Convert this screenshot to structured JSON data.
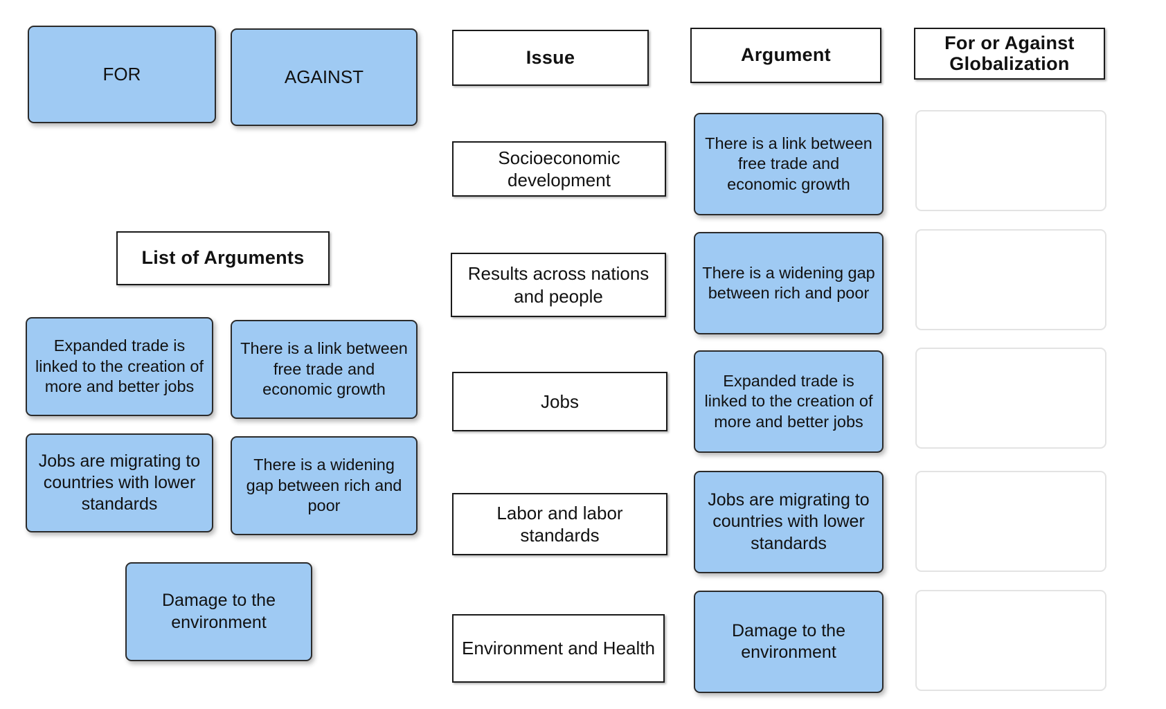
{
  "choices": {
    "for_label": "FOR",
    "against_label": "AGAINST"
  },
  "list_header": "List of Arguments",
  "argument_bank": [
    "Expanded trade is linked to the creation of more and better jobs",
    "There is a link between free trade and economic growth",
    "Jobs are migrating to countries with lower standards",
    "There is a widening gap between rich and poor",
    "Damage to the environment"
  ],
  "table": {
    "headers": {
      "issue": "Issue",
      "argument": "Argument",
      "for_against": "For or Against Globalization"
    },
    "rows": [
      {
        "issue": "Socioeconomic development",
        "argument": "There is a link between free trade and economic growth"
      },
      {
        "issue": "Results across nations and people",
        "argument": "There is a widening gap between rich and poor"
      },
      {
        "issue": "Jobs",
        "argument": "Expanded trade is linked to the creation of more and better jobs"
      },
      {
        "issue": "Labor and labor standards",
        "argument": "Jobs are migrating to countries with lower standards"
      },
      {
        "issue": "Environment and Health",
        "argument": "Damage to the environment"
      }
    ]
  },
  "colors": {
    "tile": "#9fcaf3",
    "border": "#2b2b2b",
    "drop_border": "#e3e3e3"
  }
}
